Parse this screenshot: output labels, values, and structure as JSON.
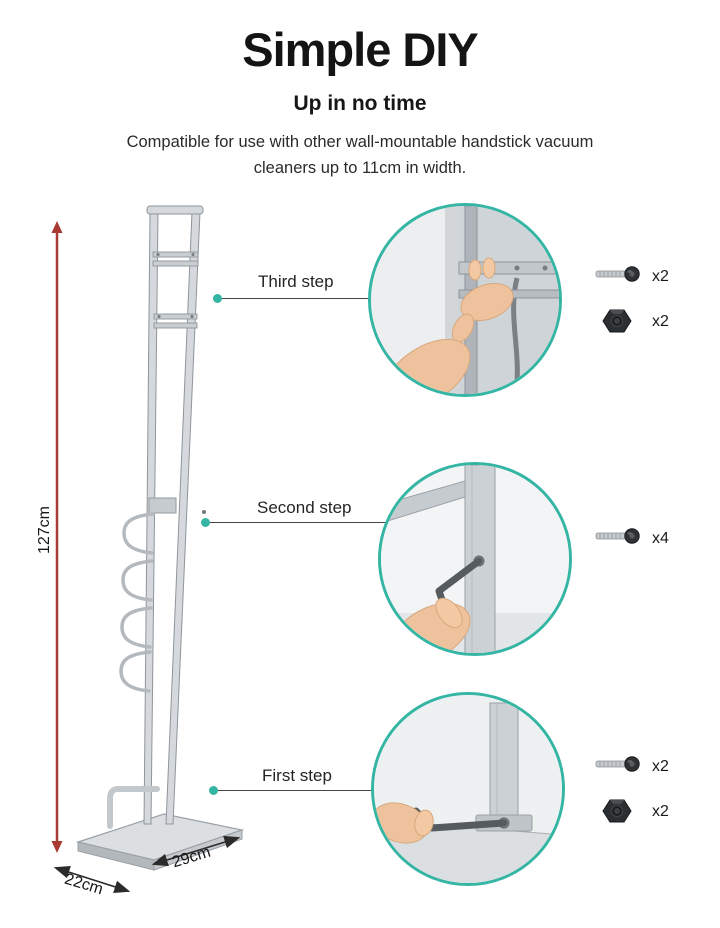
{
  "header": {
    "title": "Simple DIY",
    "subtitle": "Up in no time",
    "description": "Compatible for use with other wall-mountable handstick vacuum cleaners up to 11cm in width."
  },
  "dimensions": {
    "height_label": "127cm",
    "depth_label": "22cm",
    "width_label": "29cm"
  },
  "steps": [
    {
      "label": "Third step",
      "hardware": [
        {
          "icon": "bolt-screw-icon",
          "count": "x2"
        },
        {
          "icon": "hex-nut-icon",
          "count": "x2"
        }
      ]
    },
    {
      "label": "Second step",
      "hardware": [
        {
          "icon": "bolt-screw-icon",
          "count": "x4"
        }
      ]
    },
    {
      "label": "First step",
      "hardware": [
        {
          "icon": "bolt-screw-icon",
          "count": "x2"
        },
        {
          "icon": "hex-nut-icon",
          "count": "x2"
        }
      ]
    }
  ],
  "colors": {
    "accent_teal": "#35b5a4",
    "dimension_red": "#a93a31",
    "text_dark": "#141414"
  }
}
